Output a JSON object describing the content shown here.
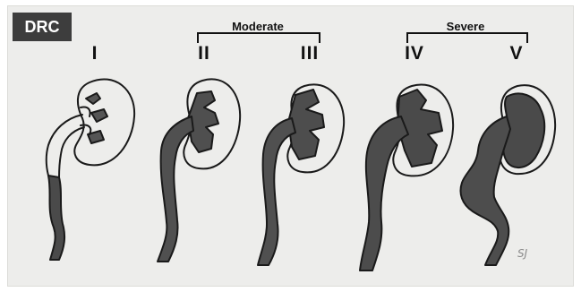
{
  "badge": "DRC",
  "groups": {
    "moderate": "Moderate",
    "severe": "Severe"
  },
  "grades": [
    "I",
    "II",
    "III",
    "IV",
    "V"
  ],
  "signature": "SJ"
}
